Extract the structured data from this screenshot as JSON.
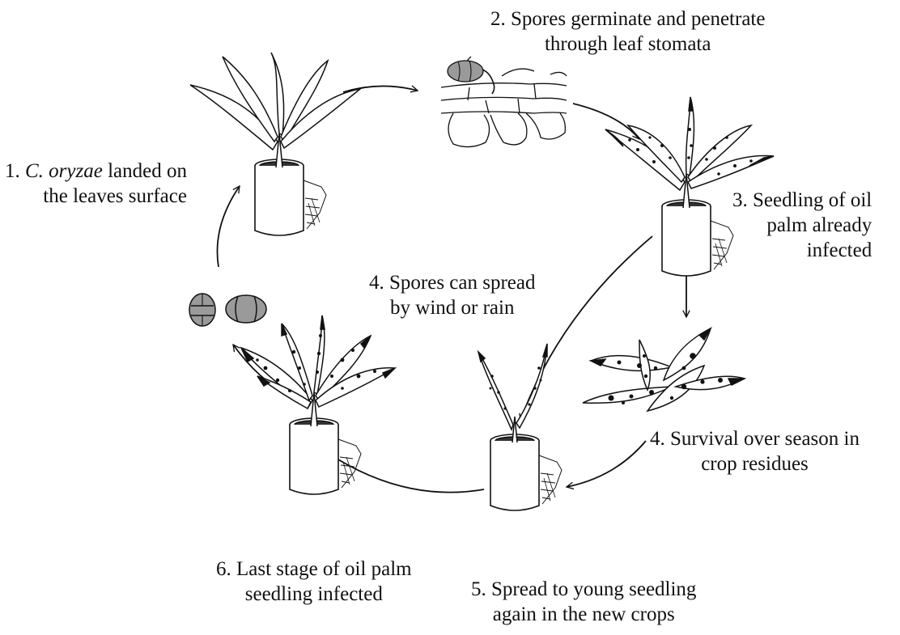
{
  "labels": {
    "step1": {
      "num": "1.",
      "organism": "C. oryzae",
      "line1_rest": "landed on",
      "line2": "the leaves surface"
    },
    "step2": {
      "line1": "2. Spores germinate and penetrate",
      "line2": "through leaf stomata"
    },
    "step3": {
      "line1": "3. Seedling of oil",
      "line2": "palm already",
      "line3": "infected"
    },
    "step4a": {
      "line1": "4. Spores can spread",
      "line2": "by wind or rain"
    },
    "step4b": {
      "line1": "4. Survival over season in",
      "line2": "crop residues"
    },
    "step5": {
      "line1": "5. Spread to young seedling",
      "line2": "again in the new crops"
    },
    "step6": {
      "line1": "6. Last stage of oil palm",
      "line2": "seedling infected"
    }
  },
  "illustrations": [
    {
      "icon": "healthy-seedling-pot"
    },
    {
      "icon": "spore-on-leaf-cells"
    },
    {
      "icon": "infected-seedling-pot"
    },
    {
      "icon": "infected-crop-residue"
    },
    {
      "icon": "young-seedling-pot"
    },
    {
      "icon": "severely-infected-seedling-pot"
    },
    {
      "icon": "conidia-spores"
    }
  ],
  "colors": {
    "ink": "#111111",
    "lesion": "#111111",
    "spore_fill": "#9a9a9a"
  }
}
